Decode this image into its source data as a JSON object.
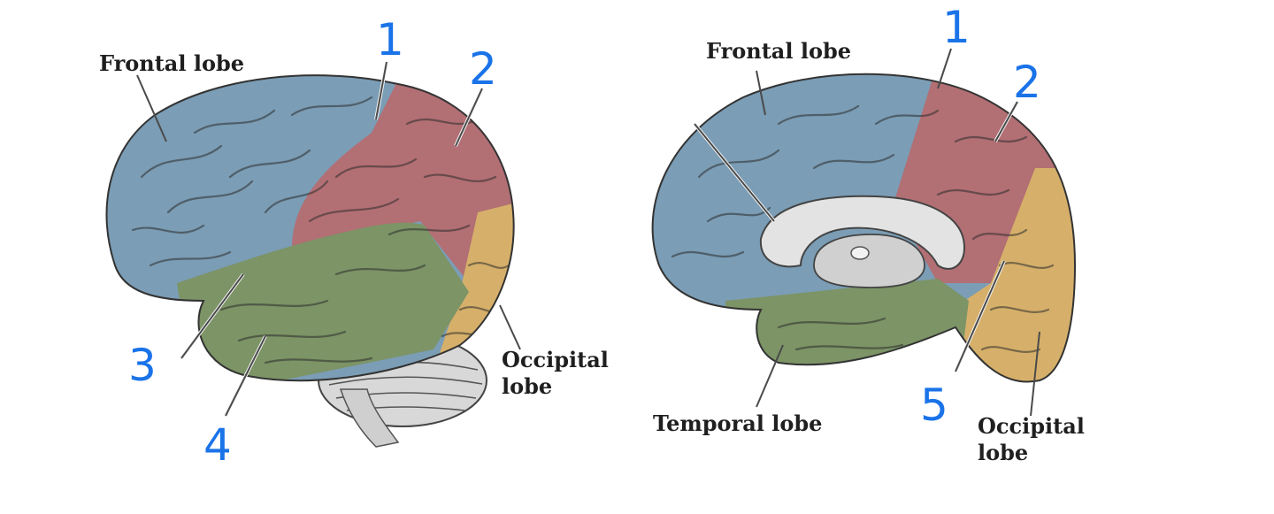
{
  "colors": {
    "frontal": "#7b9db5",
    "parietal": "#b26f74",
    "temporal": "#7c9466",
    "occipital": "#d6b06a",
    "cerebellum": "#d8d8d8",
    "corpus_callosum": "#e3e3e3",
    "annotation_blue": "#1a73e8"
  },
  "lateral_view": {
    "labels": {
      "frontal": "Frontal lobe",
      "occipital_line1": "Occipital",
      "occipital_line2": "lobe"
    },
    "numbers": [
      "1",
      "2",
      "3",
      "4"
    ]
  },
  "medial_view": {
    "labels": {
      "frontal": "Frontal lobe",
      "temporal": "Temporal lobe",
      "occipital_line1": "Occipital",
      "occipital_line2": "lobe"
    },
    "numbers": [
      "1",
      "2",
      "5"
    ]
  }
}
